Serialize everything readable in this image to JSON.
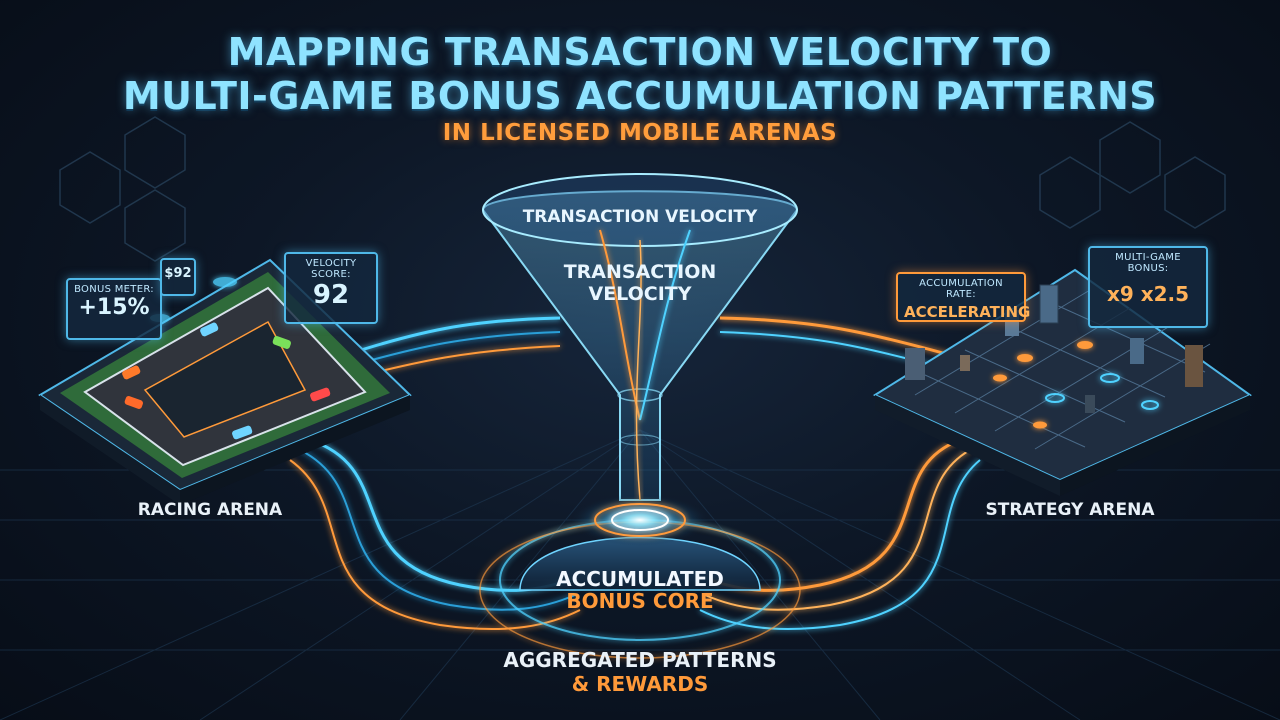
{
  "title": {
    "line1": "MAPPING TRANSACTION VELOCITY TO",
    "line2": "MULTI-GAME BONUS ACCUMULATION PATTERNS",
    "subtitle": "IN LICENSED MOBILE ARENAS"
  },
  "funnel": {
    "rim_label": "TRANSACTION VELOCITY",
    "inner_label_line1": "TRANSACTION",
    "inner_label_line2": "VELOCITY"
  },
  "core": {
    "label_line1": "ACCUMULATED",
    "label_line2": "BONUS CORE"
  },
  "output": {
    "label_line1": "AGGREGATED PATTERNS",
    "label_line2": "& REWARDS"
  },
  "racing_arena": {
    "label": "RACING ARENA",
    "bonus_meter": {
      "caption": "BONUS METER:",
      "value": "+15%"
    },
    "mini_panel": {
      "value": "$92"
    },
    "velocity_score": {
      "caption": "VELOCITY SCORE:",
      "value": "92"
    }
  },
  "strategy_arena": {
    "label": "STRATEGY ARENA",
    "accumulation_rate": {
      "caption": "ACCUMULATION RATE:",
      "value": "ACCELERATING"
    },
    "multi_game_bonus": {
      "caption": "MULTI-GAME BONUS:",
      "value": "x9 x2.5"
    }
  },
  "colors": {
    "cyan": "#4fd2ff",
    "orange": "#ff9a3a",
    "title": "#8fe3ff",
    "background": "#0d1726"
  }
}
